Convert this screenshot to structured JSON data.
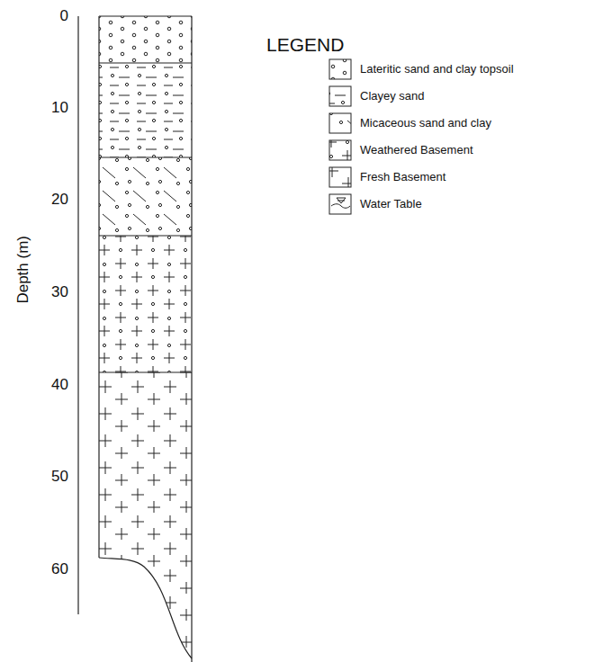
{
  "diagram": {
    "labels": [
      "0",
      "10",
      "20",
      "30",
      "40",
      "50",
      "60",
      "Depth (m)",
      "LEGEND"
    ],
    "legend": [
      {
        "text": "Lateritic sand and clay topsoil"
      },
      {
        "text": "Clayey sand"
      },
      {
        "text": "Micaceous sand and clay"
      },
      {
        "text": "Weathered Basement"
      },
      {
        "text": "Fresh Basement"
      },
      {
        "text": "Water Table"
      }
    ]
  }
}
